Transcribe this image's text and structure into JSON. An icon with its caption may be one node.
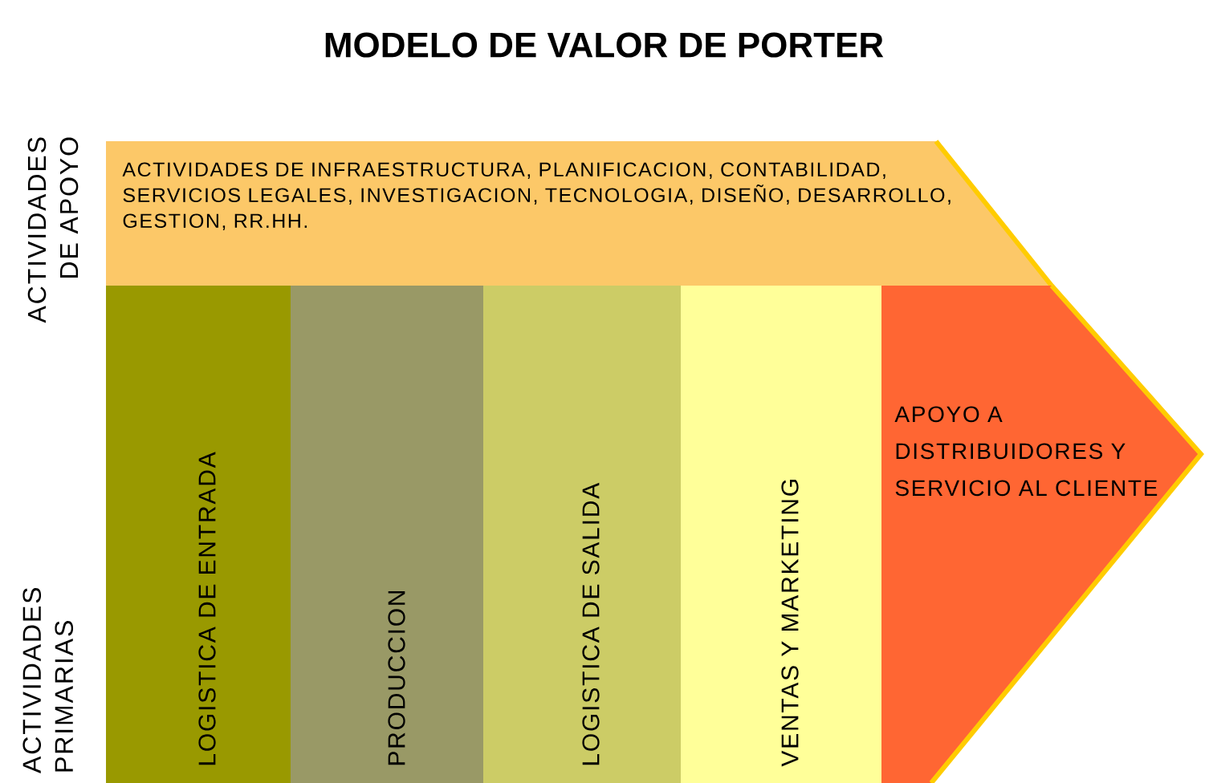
{
  "diagram": {
    "title": "MODELO DE VALOR DE PORTER",
    "nodes": [
      {
        "text": [
          "ACTIVIDADES DE INFRAESTRUCTURA, PLANIFICACION, CONTABILIDAD, SERVICIOS LEGALES, INVESTIGACION, TECNOLOGIA, DISEÑO, DESARROLLO, GESTION, RR.HH."
        ]
      },
      {
        "text": [
          "LOGISTICA DE ENTRADA"
        ]
      },
      {
        "text": [
          "PRODUCCION"
        ]
      },
      {
        "text": [
          "LOGISTICA DE SALIDA"
        ]
      },
      {
        "text": [
          "VENTAS Y MARKETING"
        ]
      },
      {
        "text": [
          "APOYO A DISTRIBUIDORES Y SERVICIO AL CLIENTE"
        ]
      }
    ],
    "labels": [
      "ACTIVIDADES DE APOYO",
      "ACTIVIDADES PRIMARIAS"
    ]
  }
}
